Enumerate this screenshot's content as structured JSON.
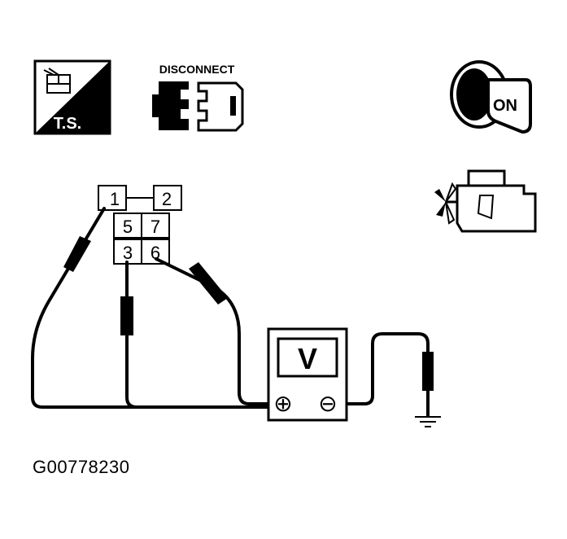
{
  "icons": {
    "test_symbol": {
      "label": "T.S.",
      "icon": "connector-test-symbol-icon"
    },
    "disconnect": {
      "label": "DISCONNECT",
      "icon": "disconnect-connector-icon"
    },
    "ignition": {
      "label": "ON",
      "icon": "ignition-key-on-icon"
    },
    "engine": {
      "icon": "engine-off-icon"
    }
  },
  "connector": {
    "terminals": [
      "1",
      "2",
      "5",
      "7",
      "3",
      "6"
    ]
  },
  "voltmeter": {
    "label": "V",
    "positive_symbol": "⊕",
    "negative_symbol": "⊖"
  },
  "figure_id": "G00778230"
}
